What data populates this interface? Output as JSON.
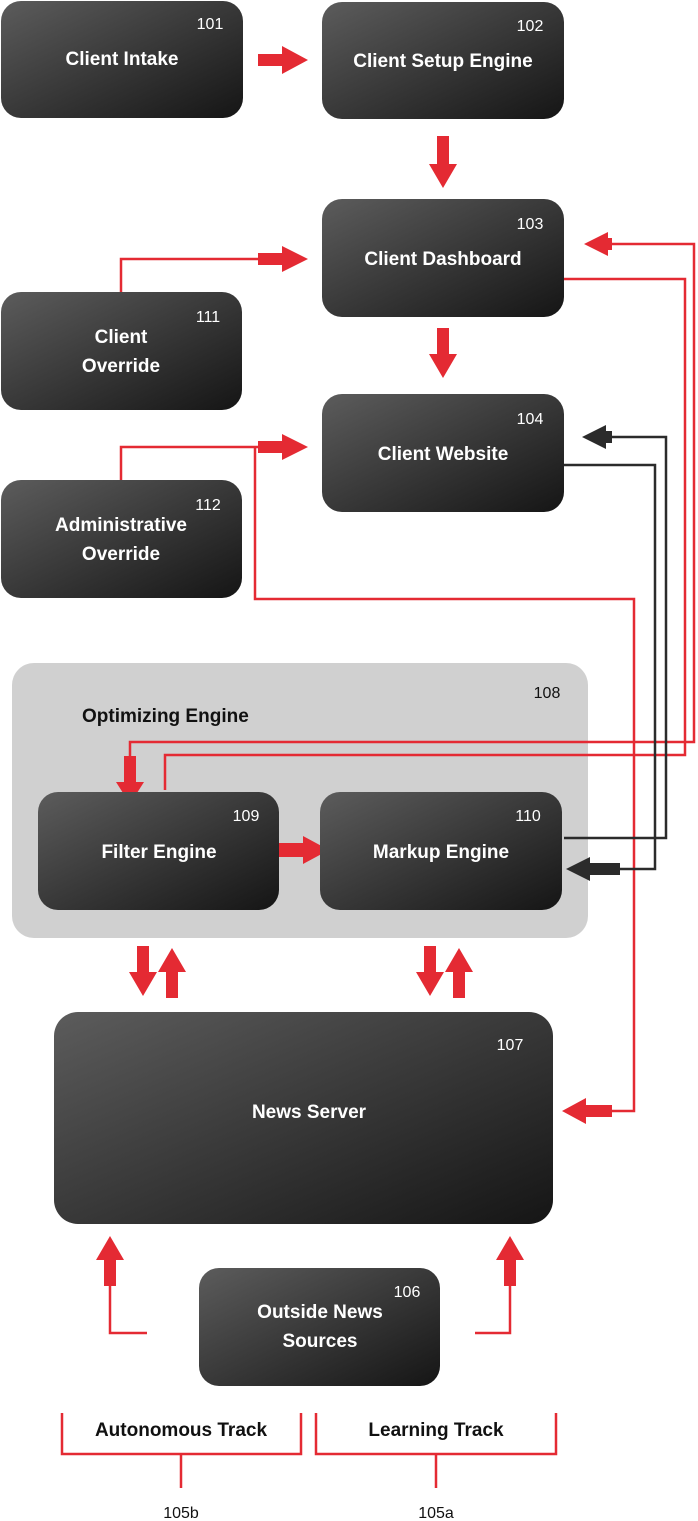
{
  "colors": {
    "box_dark": "#1f1f1f",
    "box_light": "#5a5a5a",
    "accent_red": "#e42a33",
    "group_bg": "#d0d0d0",
    "connector_dark": "#2b2b2b"
  },
  "boxes": {
    "client_intake": {
      "label": [
        "Client Intake"
      ],
      "num": "101"
    },
    "client_setup_engine": {
      "label": [
        "Client Setup Engine"
      ],
      "num": "102"
    },
    "client_dashboard": {
      "label": [
        "Client Dashboard"
      ],
      "num": "103"
    },
    "client_website": {
      "label": [
        "Client Website"
      ],
      "num": "104"
    },
    "client_override": {
      "label": [
        "Client",
        "Override"
      ],
      "num": "111"
    },
    "admin_override": {
      "label": [
        "Administrative",
        "Override"
      ],
      "num": "112"
    },
    "filter_engine": {
      "label": [
        "Filter Engine"
      ],
      "num": "109"
    },
    "markup_engine": {
      "label": [
        "Markup Engine"
      ],
      "num": "110"
    },
    "news_server": {
      "label": [
        "News Server"
      ],
      "num": "107"
    },
    "outside_news": {
      "label": [
        "Outside News",
        "Sources"
      ],
      "num": "106"
    }
  },
  "optimizing_engine": {
    "title": "Optimizing Engine",
    "num": "108"
  },
  "tracks": {
    "autonomous": {
      "title": "Autonomous Track",
      "num": "105b"
    },
    "learning": {
      "title": "Learning Track",
      "num": "105a"
    }
  }
}
